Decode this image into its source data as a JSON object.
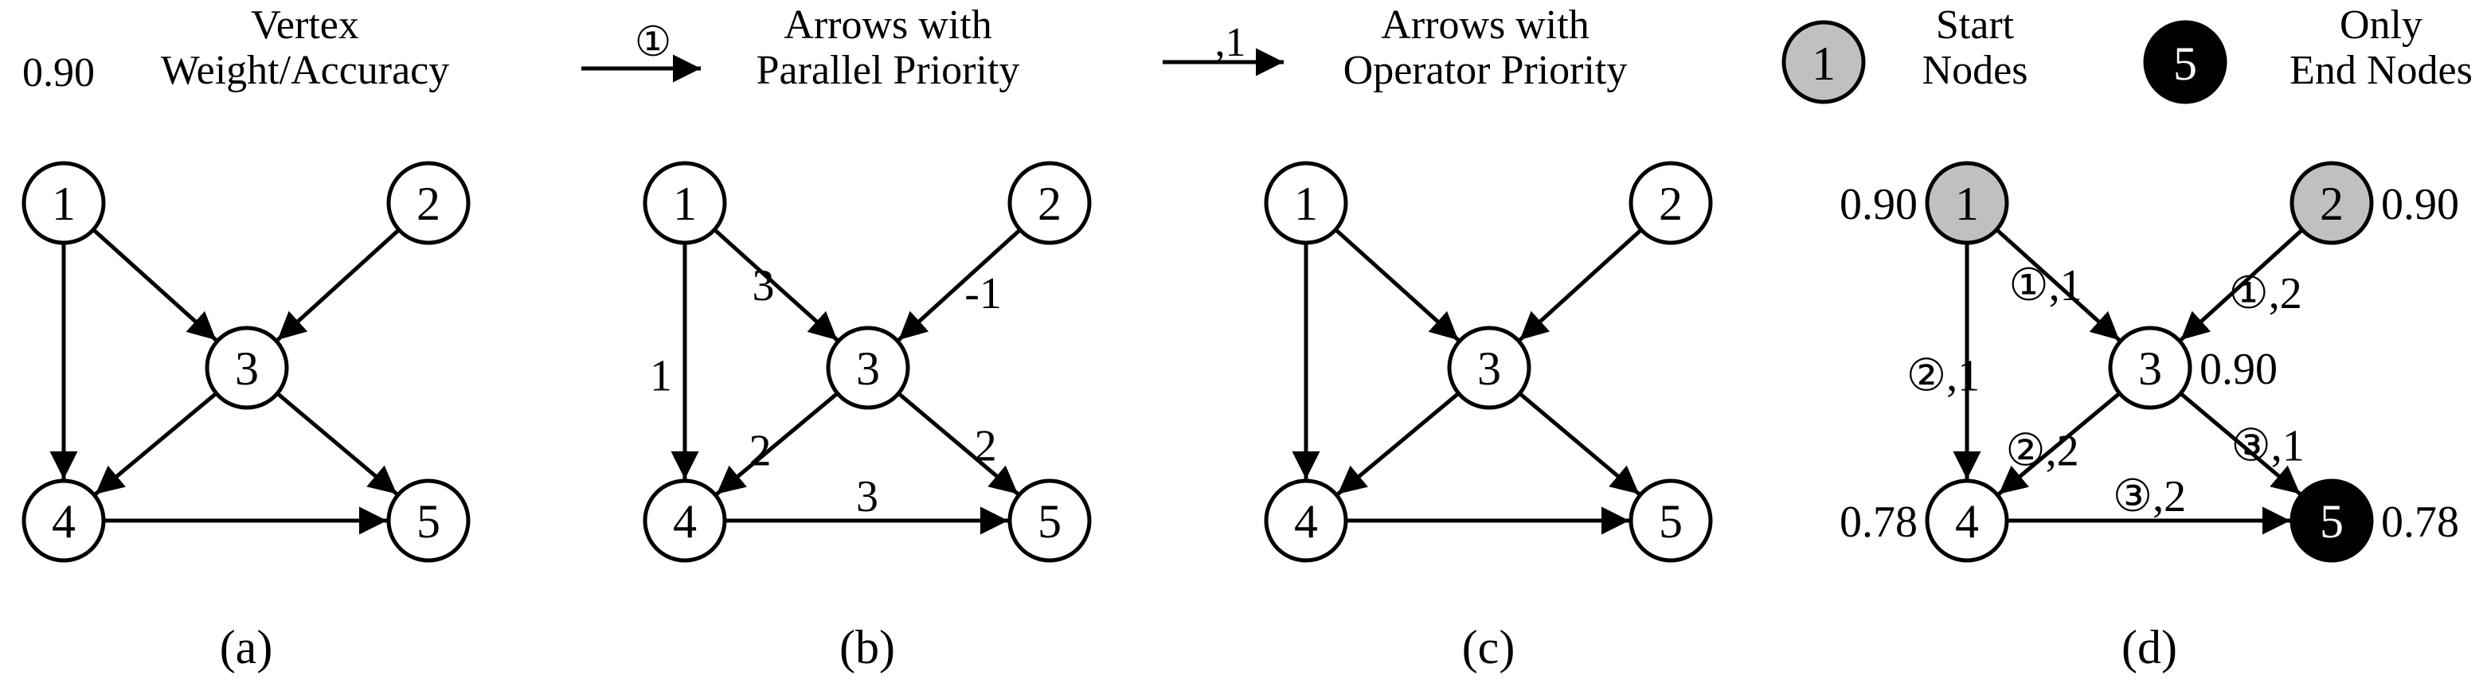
{
  "legend": {
    "vertex_value": "0.90",
    "vertex_line1": "Vertex",
    "vertex_line2": "Weight/Accuracy",
    "parallel_marker": "①",
    "parallel_line1": "Arrows with",
    "parallel_line2": "Parallel Priority",
    "operator_marker": ",1",
    "operator_line1": "Arrows with",
    "operator_line2": "Operator Priority",
    "start_num": "1",
    "start_line1": "Start",
    "start_line2": "Nodes",
    "end_num": "5",
    "end_line1": "Only",
    "end_line2": "End Nodes"
  },
  "colors": {
    "start_fill": "#c0c0c0",
    "end_fill": "#000000",
    "node_fill": "#ffffff",
    "stroke": "#000000"
  },
  "node_labels": [
    "1",
    "2",
    "3",
    "4",
    "5"
  ],
  "edges": [
    {
      "from": "1",
      "to": "3"
    },
    {
      "from": "2",
      "to": "3"
    },
    {
      "from": "1",
      "to": "4"
    },
    {
      "from": "3",
      "to": "4"
    },
    {
      "from": "3",
      "to": "5"
    },
    {
      "from": "4",
      "to": "5"
    }
  ],
  "panels": [
    {
      "caption": "(a)",
      "edge_labels": {},
      "weights": {}
    },
    {
      "caption": "(b)",
      "edge_labels": {
        "1-3": "3",
        "2-3": "-1",
        "1-4": "1",
        "3-4": "2",
        "3-5": "2",
        "4-5": "3"
      },
      "weights": {}
    },
    {
      "caption": "(c)",
      "edge_labels": {},
      "weights": {}
    },
    {
      "caption": "(d)",
      "edge_labels": {
        "1-3": "①,1",
        "2-3": "①,2",
        "1-4": "②,1",
        "3-4": "②,2",
        "3-5": "③,1",
        "4-5": "③,2"
      },
      "weights": {
        "1": "0.90",
        "2": "0.90",
        "3": "0.90",
        "4": "0.78",
        "5": "0.78"
      },
      "start_nodes": [
        "1",
        "2"
      ],
      "end_nodes": [
        "5"
      ]
    }
  ]
}
